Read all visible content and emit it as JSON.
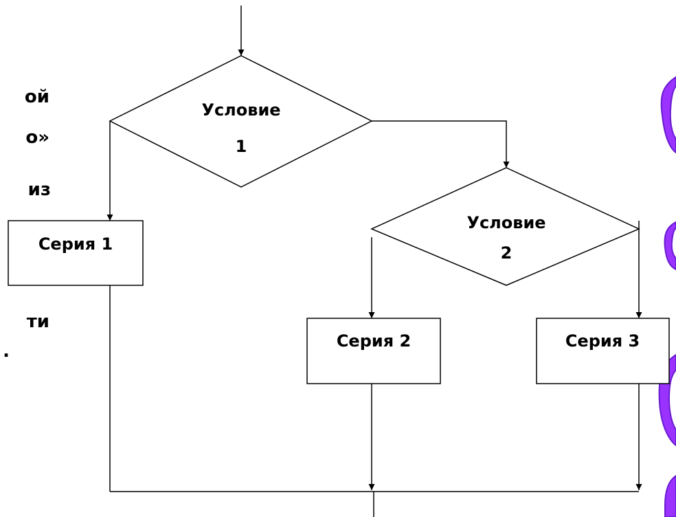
{
  "left_text_fragments": [
    "ой",
    "о»",
    "из",
    "ти",
    "."
  ],
  "diagram": {
    "condition_1": {
      "line1": "Условие",
      "line2": "1"
    },
    "condition_2": {
      "line1": "Условие",
      "line2": "2"
    },
    "series_1": "Серия 1",
    "series_2": "Серия 2",
    "series_3": "Серия 3"
  },
  "colors": {
    "line": "#000000",
    "decoration_purple": "#7b1fe0",
    "decoration_fill": "#9a33ff"
  },
  "icons": [
    "arrow-head-icon",
    "purple-bracket-decoration"
  ]
}
